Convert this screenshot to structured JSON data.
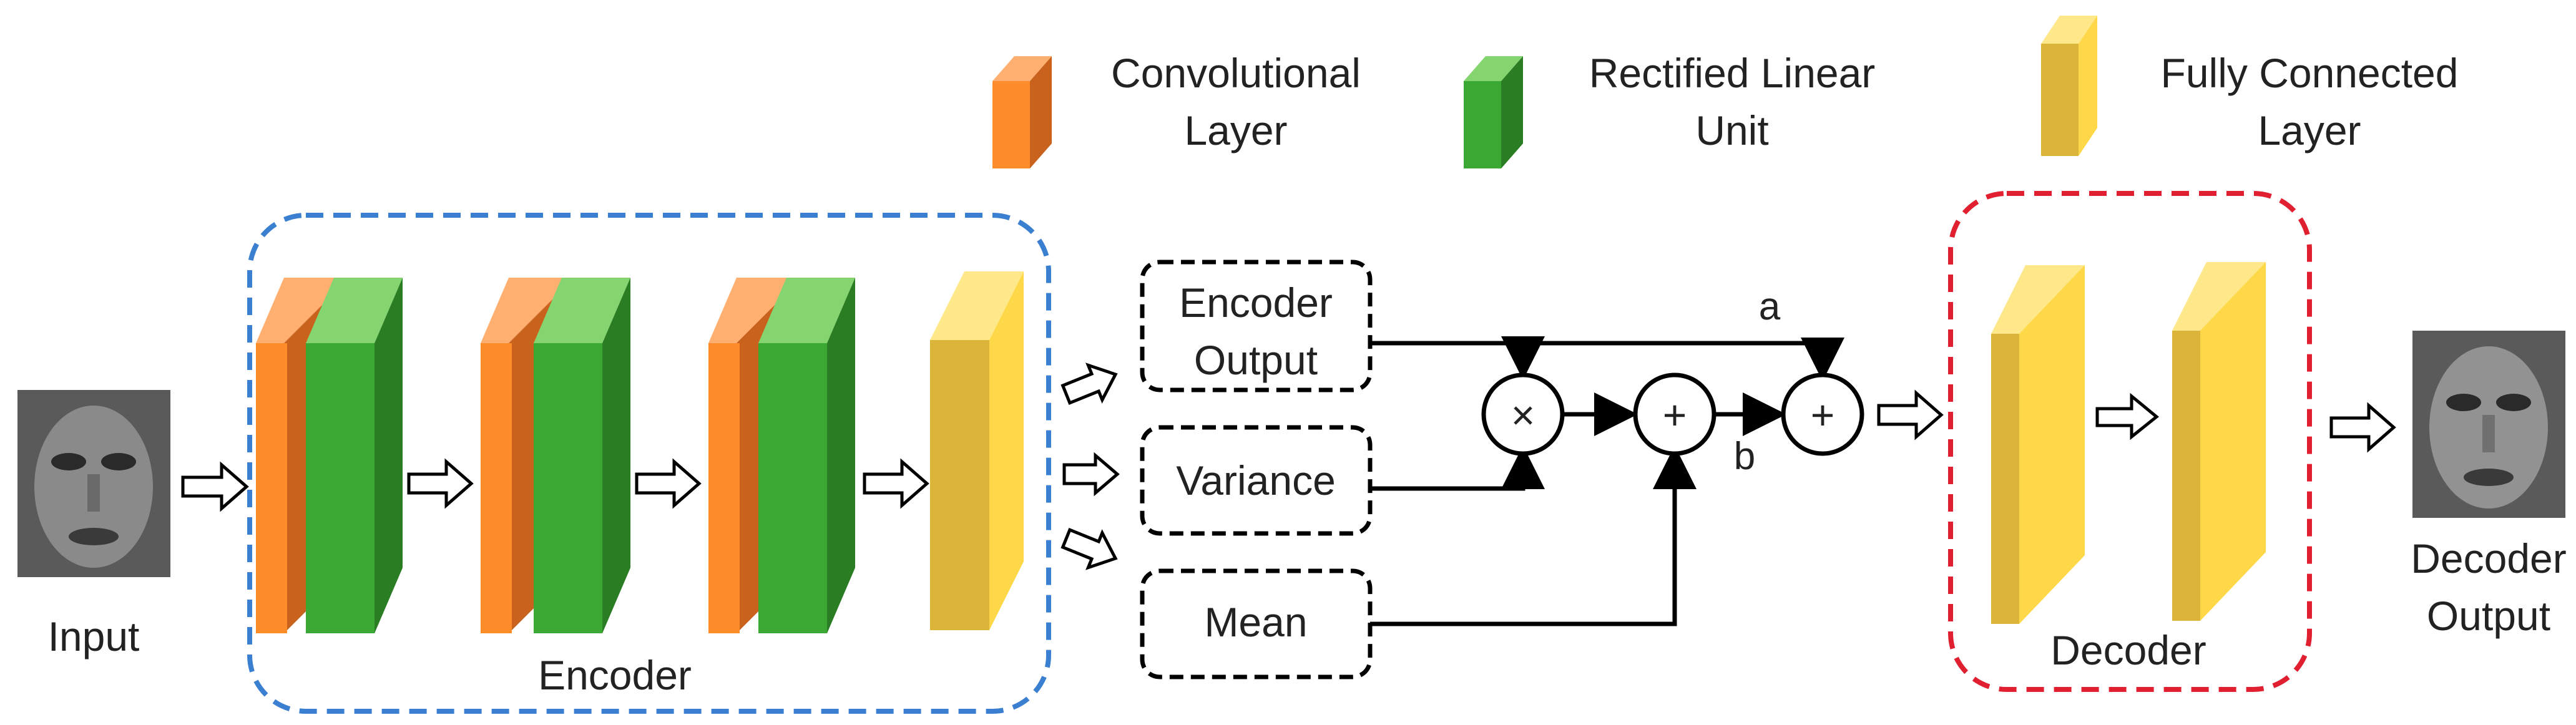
{
  "legend": {
    "conv": {
      "line1": "Convolutional",
      "line2": "Layer"
    },
    "relu": {
      "line1": "Rectified Linear",
      "line2": "Unit"
    },
    "fc": {
      "line1": "Fully Connected",
      "line2": "Layer"
    }
  },
  "input_label": "Input",
  "output_label": {
    "line1": "Decoder",
    "line2": "Output"
  },
  "encoder_label": "Encoder",
  "decoder_label": "Decoder",
  "boxes": {
    "encoder_output": {
      "line1": "Encoder",
      "line2": "Output"
    },
    "variance": "Variance",
    "mean": "Mean"
  },
  "ops": {
    "multiply": "×",
    "add1": "+",
    "add2": "+"
  },
  "edge_labels": {
    "a": "a",
    "b": "b"
  },
  "colors": {
    "conv": "#ff8c2a",
    "relu": "#3aa832",
    "fc": "#ddb43a",
    "encoder_border": "#3a7fd0",
    "decoder_border": "#e02030"
  }
}
